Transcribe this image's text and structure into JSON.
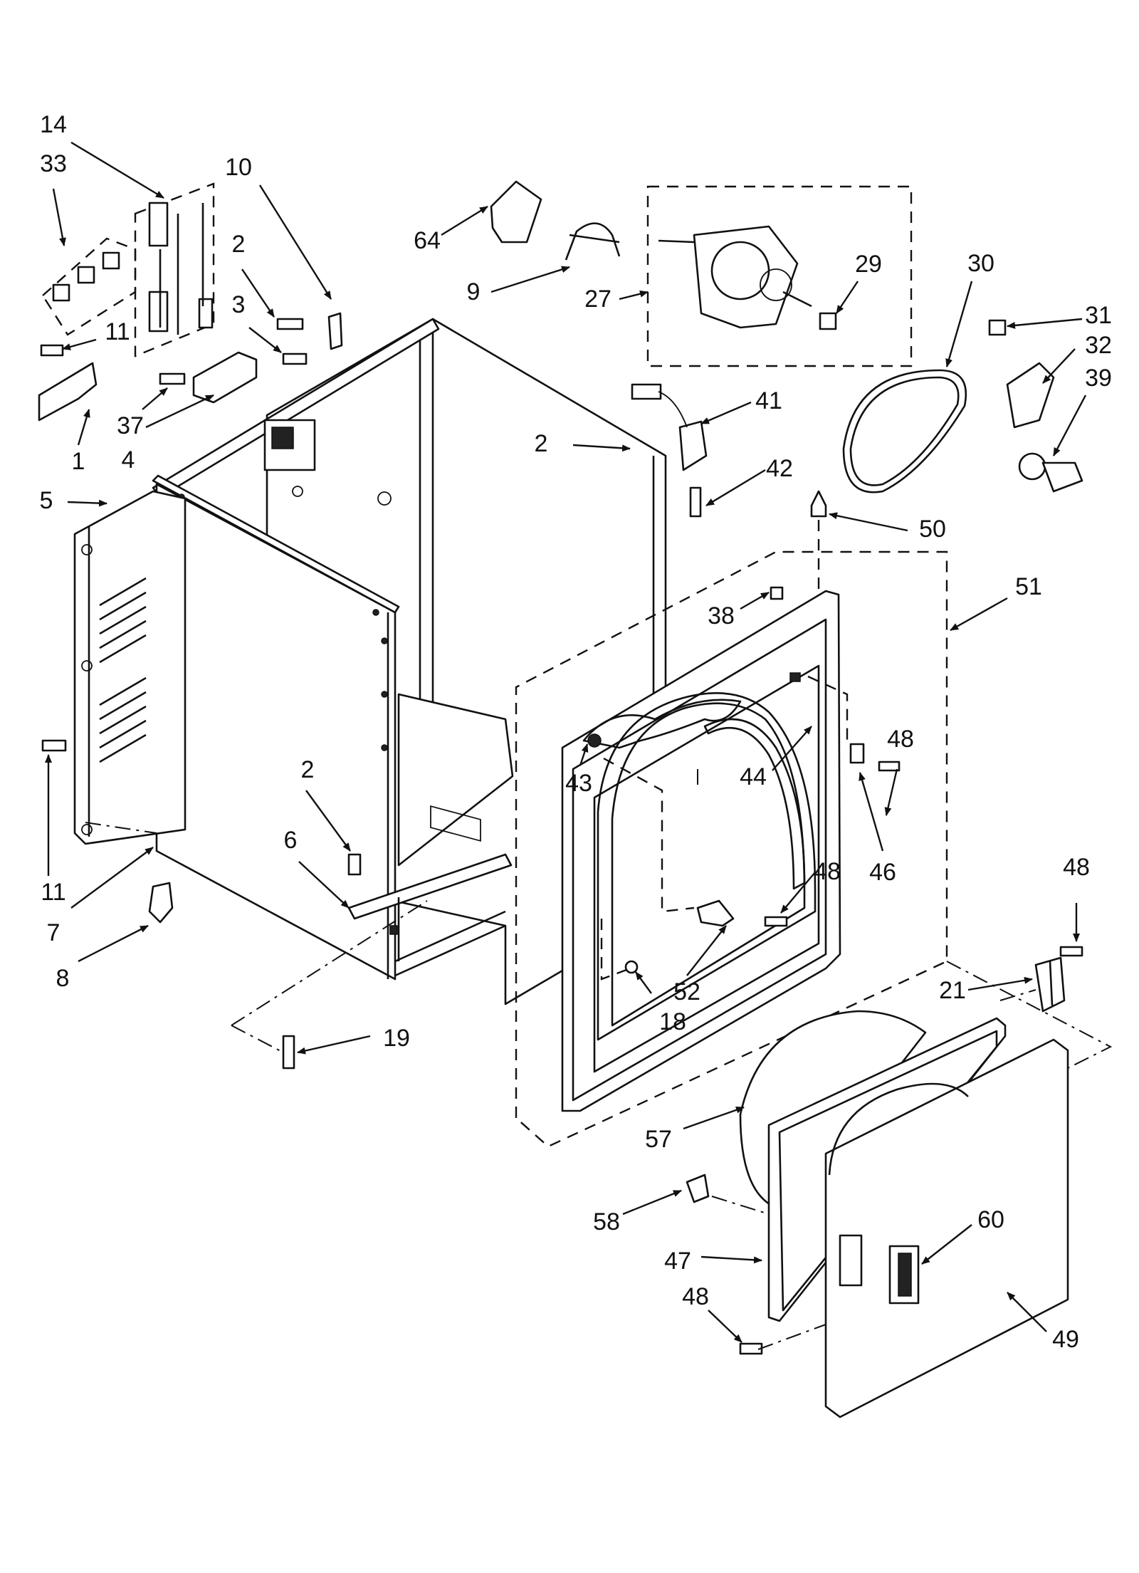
{
  "callouts": [
    "14",
    "33",
    "10",
    "2",
    "3",
    "11",
    "37",
    "1",
    "4",
    "5",
    "64",
    "9",
    "27",
    "29",
    "30",
    "31",
    "32",
    "39",
    "41",
    "42",
    "2",
    "50",
    "51",
    "38",
    "48",
    "44",
    "43",
    "46",
    "2",
    "6",
    "48",
    "11",
    "7",
    "8",
    "52",
    "18",
    "48",
    "21",
    "19",
    "57",
    "58",
    "60",
    "47",
    "48",
    "49"
  ]
}
